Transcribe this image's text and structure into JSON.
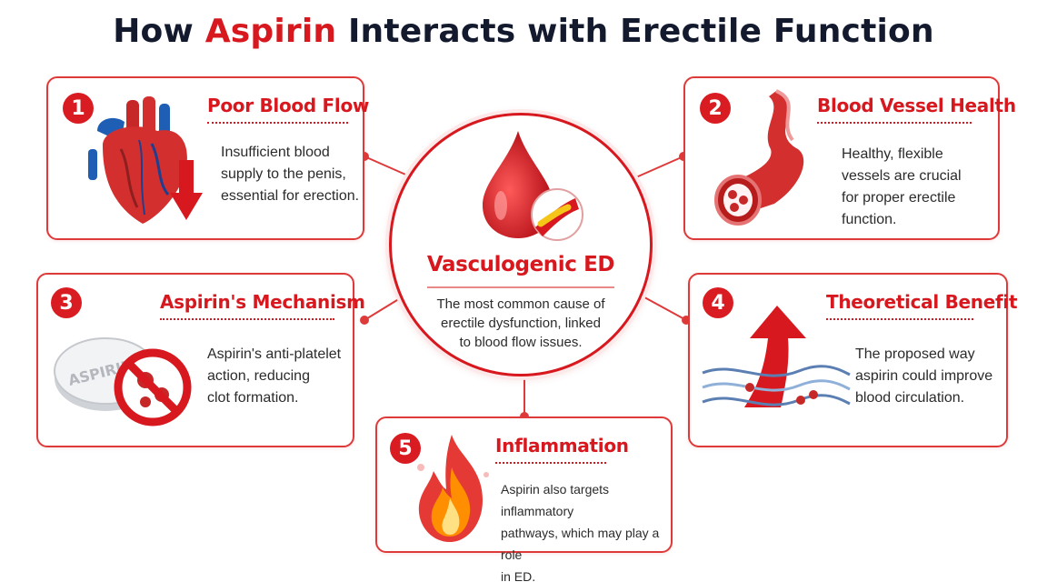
{
  "title": {
    "prefix": "How",
    "accent": "Aspirin",
    "suffix": "Interacts with Erectile Function"
  },
  "colors": {
    "accent": "#d7191f",
    "title_dark": "#141a2e",
    "card_border": "#df3a3a"
  },
  "center": {
    "title": "Vasculogenic ED",
    "line1": "The most common cause of",
    "line2": "erectile dysfunction, linked",
    "line3": "to blood flow issues.",
    "icon": "blood-drop-icon"
  },
  "cards": [
    {
      "number": "1",
      "title": "Poor Blood Flow",
      "lines": [
        "Insufficient blood",
        "supply to the penis,",
        "essential for erection."
      ],
      "icon": "heart-icon"
    },
    {
      "number": "2",
      "title": "Blood Vessel Health",
      "lines": [
        "Healthy, flexible",
        "vessels are crucial",
        "for proper erectile",
        "function."
      ],
      "icon": "blood-vessel-icon"
    },
    {
      "number": "3",
      "title": "Aspirin's Mechanism",
      "lines": [
        "Aspirin's anti-platelet",
        "action, reducing",
        "clot formation."
      ],
      "icon": "aspirin-pill-icon",
      "pill_label": "ASPIRIN"
    },
    {
      "number": "4",
      "title": "Theoretical Benefit",
      "lines": [
        "The proposed way",
        "aspirin could improve",
        "blood circulation."
      ],
      "icon": "circulation-arrow-icon"
    },
    {
      "number": "5",
      "title": "Inflammation",
      "lines": [
        "Aspirin also targets inflammatory",
        "pathways, which may play a role",
        "in ED."
      ],
      "icon": "flame-icon"
    }
  ]
}
